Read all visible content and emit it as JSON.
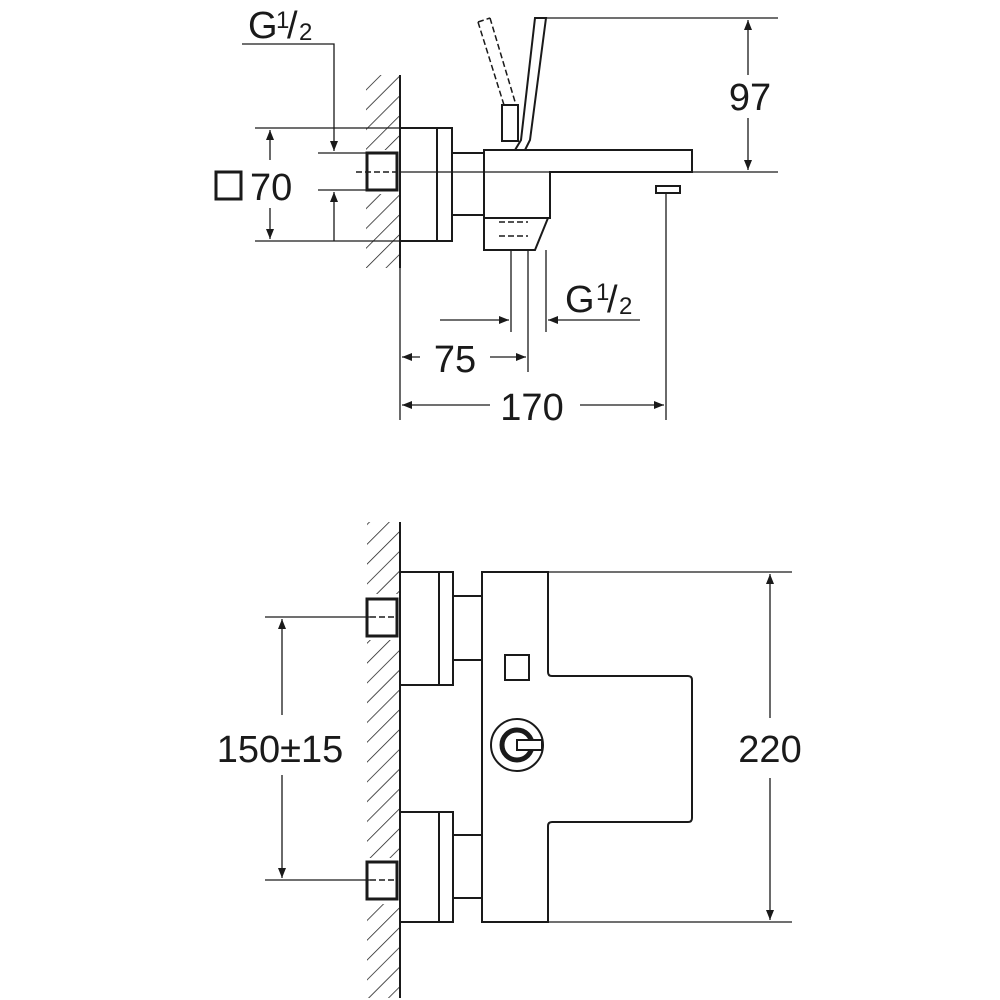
{
  "side_view": {
    "thread_top": {
      "main": "G",
      "num": "1",
      "den": "2"
    },
    "square_size": "70",
    "height_97": "97",
    "thread_bottom": {
      "main": "G",
      "num": "1",
      "den": "2"
    },
    "dim_75": "75",
    "dim_170": "170"
  },
  "front_view": {
    "spacing": "150±15",
    "height_220": "220"
  }
}
